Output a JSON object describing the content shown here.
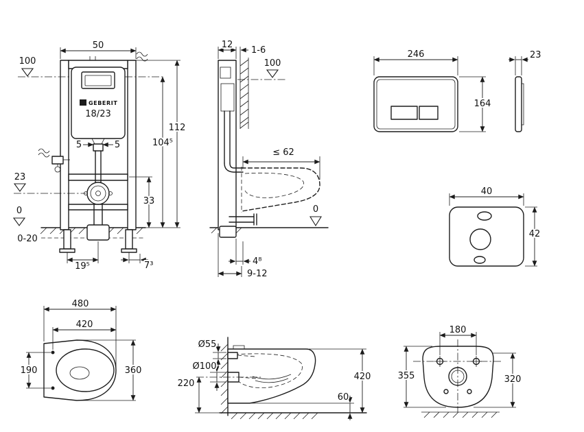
{
  "frame_front": {
    "brand": "GEBERIT",
    "model": "18/23",
    "dims": {
      "width": "50",
      "level_top": "100",
      "height": "112",
      "height_alt": "104⁵",
      "offset_left": "5",
      "offset_right": "5",
      "level_outlet": "23",
      "outlet_height": "33",
      "level_floor": "0",
      "floor_range": "0-20",
      "foot_offset": "19⁵",
      "side_offset": "7³"
    }
  },
  "frame_side": {
    "dims": {
      "depth": "12",
      "wall_gap": "1-6",
      "level_top": "100",
      "max_depth": "≤ 62",
      "level_floor": "0",
      "floor_offset": "4⁸",
      "pipe_range": "9-12"
    }
  },
  "flush_plate": {
    "dims": {
      "width": "246",
      "height": "164",
      "depth": "23"
    }
  },
  "sound_pad": {
    "dims": {
      "width": "40",
      "height": "42"
    }
  },
  "toilet_top": {
    "dims": {
      "length": "480",
      "length_inner": "420",
      "hole_spacing": "190",
      "width": "360"
    }
  },
  "toilet_side": {
    "dims": {
      "inlet_dia": "Ø55",
      "outlet_dia": "Ø100",
      "outlet_height": "220",
      "height": "420",
      "clearance": "60"
    }
  },
  "toilet_back": {
    "dims": {
      "hole_spacing": "180",
      "height_overall": "355",
      "height_side": "320"
    }
  }
}
